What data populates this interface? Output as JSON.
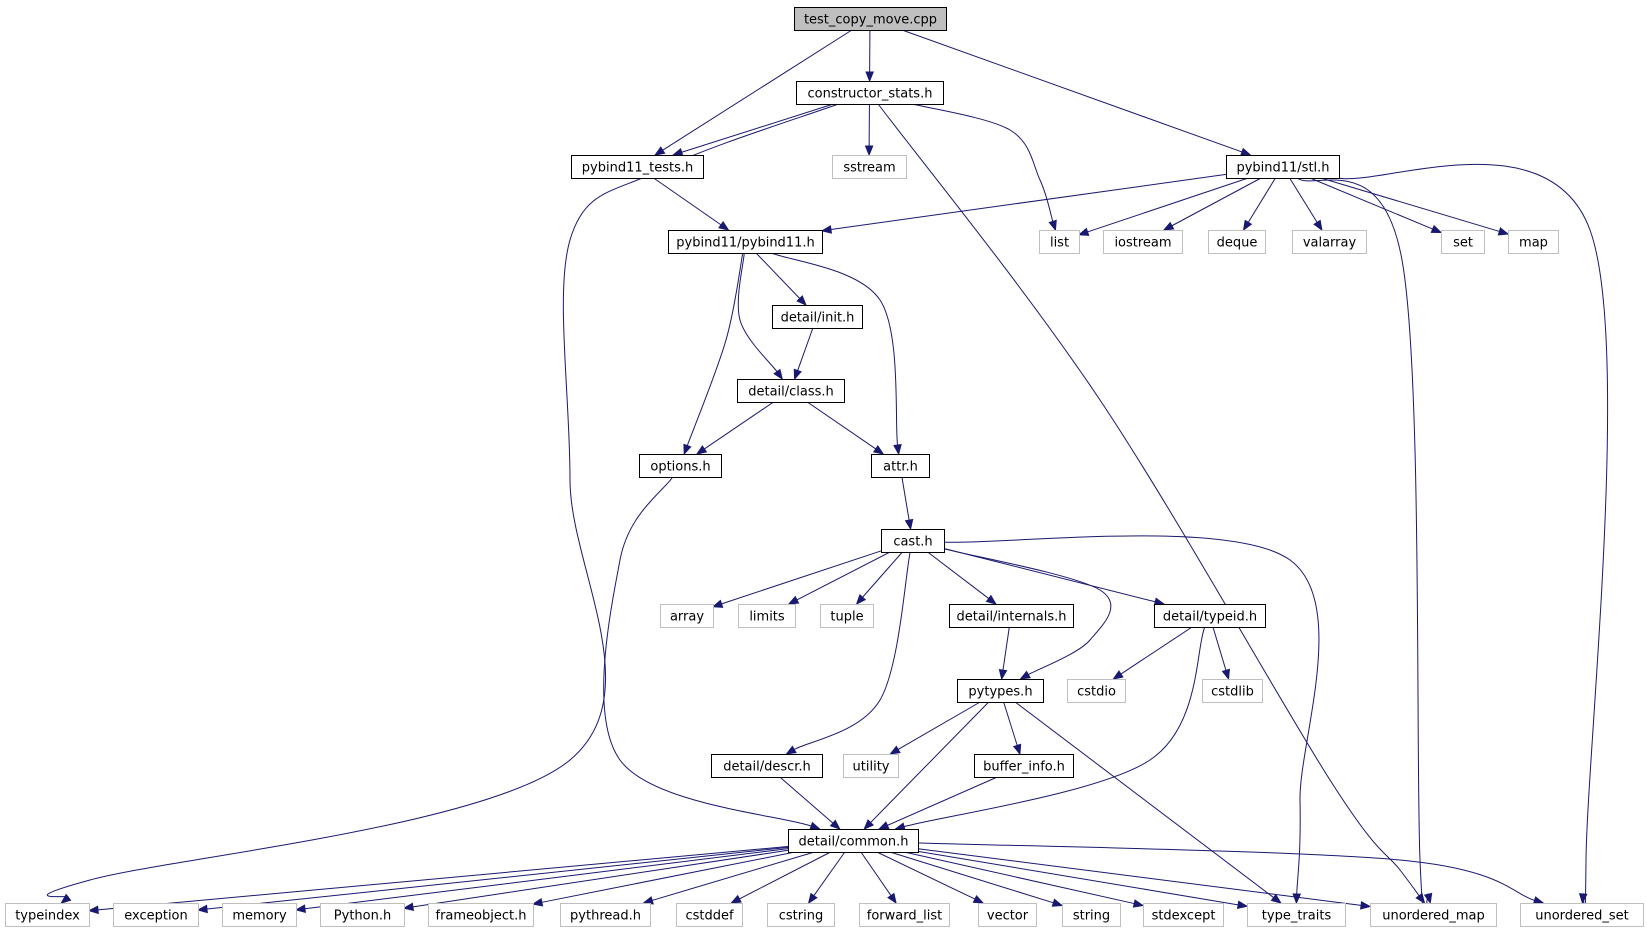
{
  "colors": {
    "edge": "#191970",
    "root_fill": "#bfbfbf",
    "node_border": "#000000",
    "external_border": "#bfbfbf",
    "background": "#ffffff"
  },
  "nodes": [
    {
      "id": "test_copy_move",
      "label": "test_copy_move.cpp",
      "kind": "root"
    },
    {
      "id": "constructor_stats",
      "label": "constructor_stats.h",
      "kind": "internal"
    },
    {
      "id": "pybind11_tests",
      "label": "pybind11_tests.h",
      "kind": "internal"
    },
    {
      "id": "sstream",
      "label": "sstream",
      "kind": "external"
    },
    {
      "id": "stl",
      "label": "pybind11/stl.h",
      "kind": "internal"
    },
    {
      "id": "pybind11",
      "label": "pybind11/pybind11.h",
      "kind": "internal"
    },
    {
      "id": "list",
      "label": "list",
      "kind": "external"
    },
    {
      "id": "iostream",
      "label": "iostream",
      "kind": "external"
    },
    {
      "id": "deque",
      "label": "deque",
      "kind": "external"
    },
    {
      "id": "valarray",
      "label": "valarray",
      "kind": "external"
    },
    {
      "id": "set",
      "label": "set",
      "kind": "external"
    },
    {
      "id": "map",
      "label": "map",
      "kind": "external"
    },
    {
      "id": "init",
      "label": "detail/init.h",
      "kind": "internal"
    },
    {
      "id": "class",
      "label": "detail/class.h",
      "kind": "internal"
    },
    {
      "id": "options",
      "label": "options.h",
      "kind": "internal"
    },
    {
      "id": "attr",
      "label": "attr.h",
      "kind": "internal"
    },
    {
      "id": "cast",
      "label": "cast.h",
      "kind": "internal"
    },
    {
      "id": "array",
      "label": "array",
      "kind": "external"
    },
    {
      "id": "limits",
      "label": "limits",
      "kind": "external"
    },
    {
      "id": "tuple",
      "label": "tuple",
      "kind": "external"
    },
    {
      "id": "internals",
      "label": "detail/internals.h",
      "kind": "internal"
    },
    {
      "id": "typeid",
      "label": "detail/typeid.h",
      "kind": "internal"
    },
    {
      "id": "pytypes",
      "label": "pytypes.h",
      "kind": "internal"
    },
    {
      "id": "cstdio",
      "label": "cstdio",
      "kind": "external"
    },
    {
      "id": "cstdlib",
      "label": "cstdlib",
      "kind": "external"
    },
    {
      "id": "descr",
      "label": "detail/descr.h",
      "kind": "internal"
    },
    {
      "id": "utility",
      "label": "utility",
      "kind": "external"
    },
    {
      "id": "buffer_info",
      "label": "buffer_info.h",
      "kind": "internal"
    },
    {
      "id": "common",
      "label": "detail/common.h",
      "kind": "internal"
    },
    {
      "id": "typeindex",
      "label": "typeindex",
      "kind": "external"
    },
    {
      "id": "exception",
      "label": "exception",
      "kind": "external"
    },
    {
      "id": "memory",
      "label": "memory",
      "kind": "external"
    },
    {
      "id": "python_h",
      "label": "Python.h",
      "kind": "external"
    },
    {
      "id": "frameobject",
      "label": "frameobject.h",
      "kind": "external"
    },
    {
      "id": "pythread",
      "label": "pythread.h",
      "kind": "external"
    },
    {
      "id": "cstddef",
      "label": "cstddef",
      "kind": "external"
    },
    {
      "id": "cstring",
      "label": "cstring",
      "kind": "external"
    },
    {
      "id": "forward_list",
      "label": "forward_list",
      "kind": "external"
    },
    {
      "id": "vector",
      "label": "vector",
      "kind": "external"
    },
    {
      "id": "string",
      "label": "string",
      "kind": "external"
    },
    {
      "id": "stdexcept",
      "label": "stdexcept",
      "kind": "external"
    },
    {
      "id": "type_traits",
      "label": "type_traits",
      "kind": "external"
    },
    {
      "id": "unordered_map",
      "label": "unordered_map",
      "kind": "external"
    },
    {
      "id": "unordered_set",
      "label": "unordered_set",
      "kind": "external"
    }
  ],
  "edges": [
    {
      "from": "test_copy_move",
      "to": "pybind11_tests"
    },
    {
      "from": "test_copy_move",
      "to": "constructor_stats"
    },
    {
      "from": "test_copy_move",
      "to": "stl"
    },
    {
      "from": "constructor_stats",
      "to": "pybind11_tests"
    },
    {
      "from": "constructor_stats",
      "to": "sstream"
    },
    {
      "from": "constructor_stats",
      "to": "list"
    },
    {
      "from": "constructor_stats",
      "to": "typeindex"
    },
    {
      "from": "constructor_stats",
      "to": "unordered_map"
    },
    {
      "from": "pybind11_tests",
      "to": "pybind11"
    },
    {
      "from": "stl",
      "to": "pybind11"
    },
    {
      "from": "stl",
      "to": "list"
    },
    {
      "from": "stl",
      "to": "iostream"
    },
    {
      "from": "stl",
      "to": "deque"
    },
    {
      "from": "stl",
      "to": "valarray"
    },
    {
      "from": "stl",
      "to": "set"
    },
    {
      "from": "stl",
      "to": "map"
    },
    {
      "from": "stl",
      "to": "unordered_map"
    },
    {
      "from": "stl",
      "to": "unordered_set"
    },
    {
      "from": "pybind11",
      "to": "init"
    },
    {
      "from": "pybind11",
      "to": "class"
    },
    {
      "from": "pybind11",
      "to": "options"
    },
    {
      "from": "pybind11",
      "to": "attr"
    },
    {
      "from": "init",
      "to": "class"
    },
    {
      "from": "class",
      "to": "options"
    },
    {
      "from": "class",
      "to": "attr"
    },
    {
      "from": "options",
      "to": "common"
    },
    {
      "from": "attr",
      "to": "cast"
    },
    {
      "from": "cast",
      "to": "array"
    },
    {
      "from": "cast",
      "to": "limits"
    },
    {
      "from": "cast",
      "to": "tuple"
    },
    {
      "from": "cast",
      "to": "internals"
    },
    {
      "from": "cast",
      "to": "typeid"
    },
    {
      "from": "cast",
      "to": "pytypes"
    },
    {
      "from": "cast",
      "to": "descr"
    },
    {
      "from": "cast",
      "to": "type_traits"
    },
    {
      "from": "internals",
      "to": "pytypes"
    },
    {
      "from": "typeid",
      "to": "cstdio"
    },
    {
      "from": "typeid",
      "to": "cstdlib"
    },
    {
      "from": "typeid",
      "to": "common"
    },
    {
      "from": "pytypes",
      "to": "utility"
    },
    {
      "from": "pytypes",
      "to": "buffer_info"
    },
    {
      "from": "pytypes",
      "to": "common"
    },
    {
      "from": "pytypes",
      "to": "type_traits"
    },
    {
      "from": "descr",
      "to": "common"
    },
    {
      "from": "buffer_info",
      "to": "common"
    },
    {
      "from": "common",
      "to": "typeindex"
    },
    {
      "from": "common",
      "to": "exception"
    },
    {
      "from": "common",
      "to": "memory"
    },
    {
      "from": "common",
      "to": "python_h"
    },
    {
      "from": "common",
      "to": "frameobject"
    },
    {
      "from": "common",
      "to": "pythread"
    },
    {
      "from": "common",
      "to": "cstddef"
    },
    {
      "from": "common",
      "to": "cstring"
    },
    {
      "from": "common",
      "to": "forward_list"
    },
    {
      "from": "common",
      "to": "vector"
    },
    {
      "from": "common",
      "to": "string"
    },
    {
      "from": "common",
      "to": "stdexcept"
    },
    {
      "from": "common",
      "to": "type_traits"
    },
    {
      "from": "common",
      "to": "unordered_map"
    },
    {
      "from": "common",
      "to": "unordered_set"
    }
  ]
}
